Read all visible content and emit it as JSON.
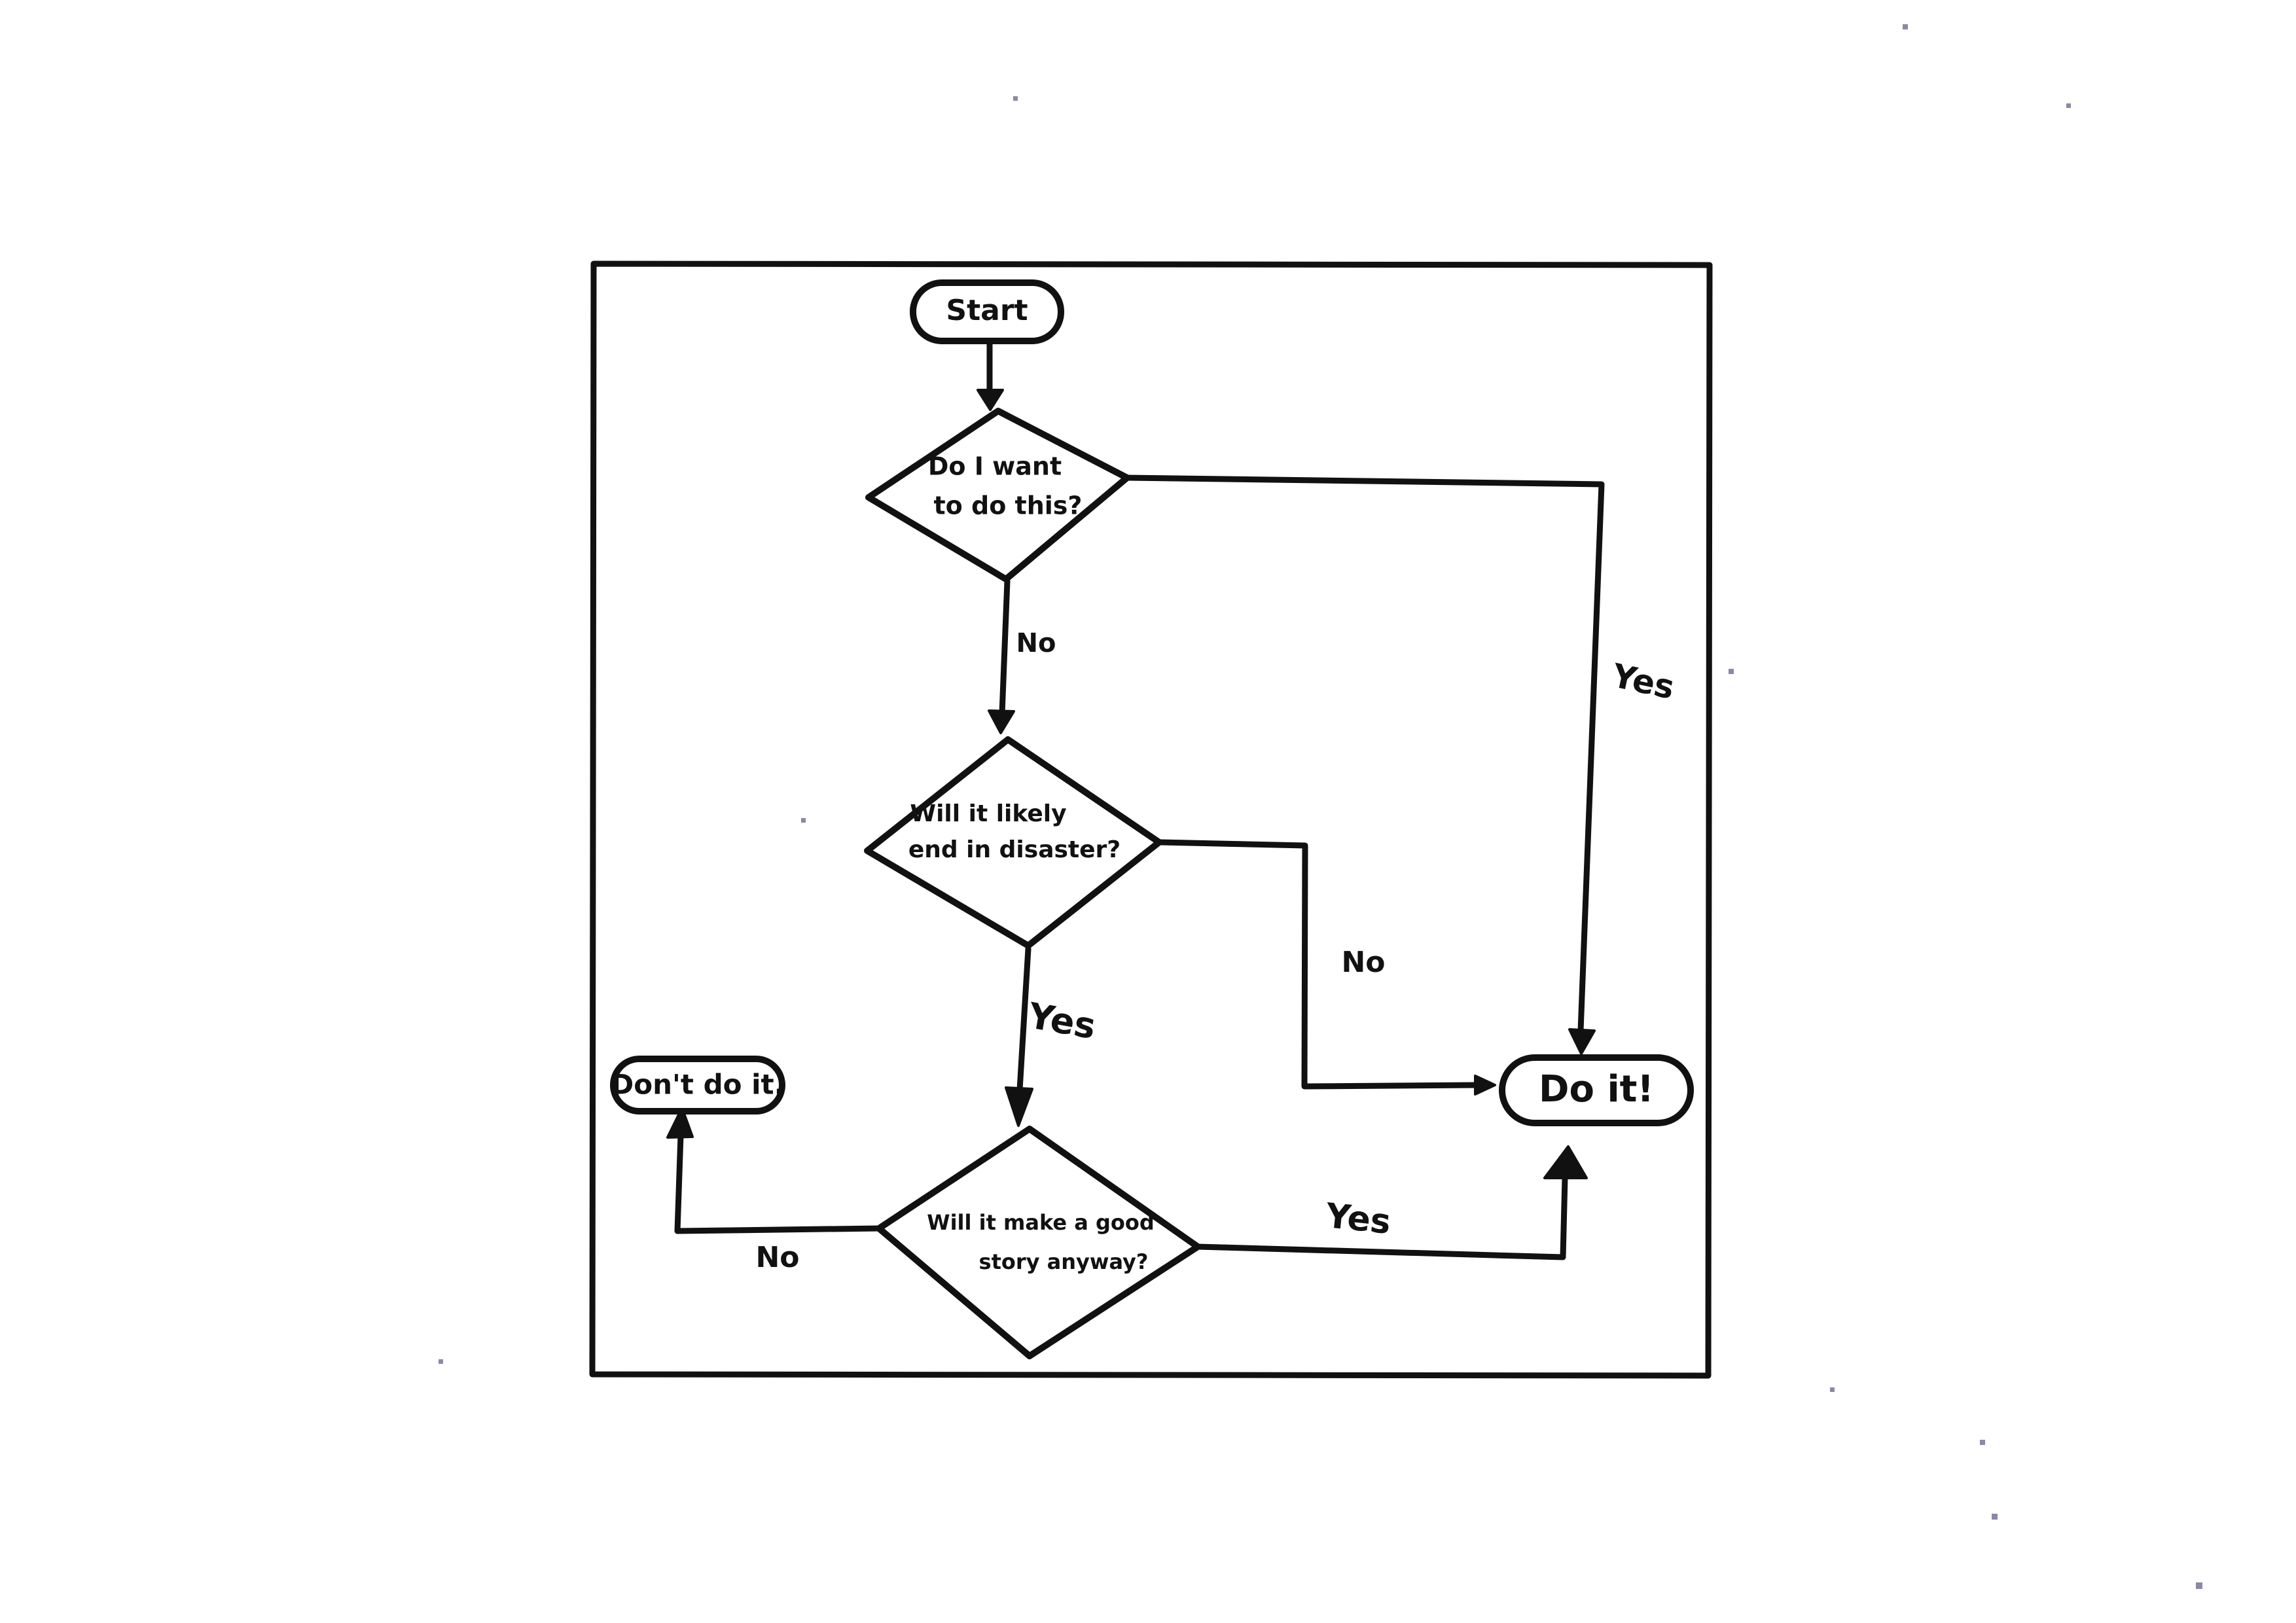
{
  "diagram": {
    "colors": {
      "ink": "#111111",
      "paper": "#ffffff"
    },
    "nodes": {
      "start": {
        "label": "Start",
        "shape": "terminator"
      },
      "q1": {
        "lines": [
          "Do I want",
          "to do this?"
        ],
        "shape": "decision"
      },
      "q2": {
        "lines": [
          "Will it likely",
          "end in disaster?"
        ],
        "shape": "decision"
      },
      "q3": {
        "lines": [
          "Will it make a good",
          "story anyway?"
        ],
        "shape": "decision"
      },
      "dont": {
        "label": "Don't do it.",
        "shape": "terminator"
      },
      "doit": {
        "label": "Do it!",
        "shape": "terminator"
      }
    },
    "edges": [
      {
        "id": "start-q1",
        "from": "start",
        "to": "q1",
        "label": ""
      },
      {
        "id": "q1-q2",
        "from": "q1",
        "to": "q2",
        "label": "No"
      },
      {
        "id": "q1-doit",
        "from": "q1",
        "to": "doit",
        "label": "Yes"
      },
      {
        "id": "q2-q3",
        "from": "q2",
        "to": "q3",
        "label": "Yes"
      },
      {
        "id": "q2-doit",
        "from": "q2",
        "to": "doit",
        "label": "No"
      },
      {
        "id": "q3-dont",
        "from": "q3",
        "to": "dont",
        "label": "No"
      },
      {
        "id": "q3-doit",
        "from": "q3",
        "to": "doit",
        "label": "Yes"
      }
    ]
  }
}
